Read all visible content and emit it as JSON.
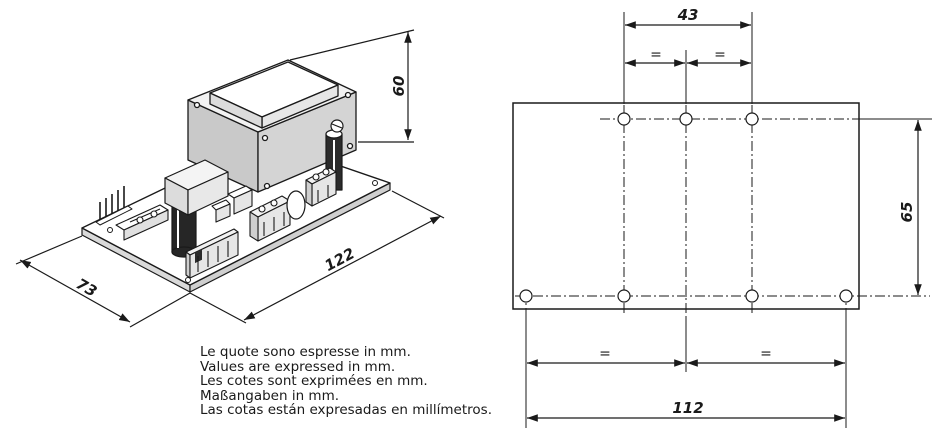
{
  "left_view": {
    "dim_height": "60",
    "dim_length": "122",
    "dim_width": "73"
  },
  "right_view": {
    "dim_top_span": "43",
    "dim_top_equal_left": "=",
    "dim_top_equal_right": "=",
    "dim_height": "65",
    "dim_bottom_equal_left": "=",
    "dim_bottom_equal_right": "=",
    "dim_bottom_span": "112"
  },
  "notes": [
    "Le quote sono espresse in mm.",
    "Values are expressed in mm.",
    "Les cotes sont exprimées en mm.",
    "Maßangaben in mm.",
    "Las cotas están expresadas en millímetros."
  ]
}
